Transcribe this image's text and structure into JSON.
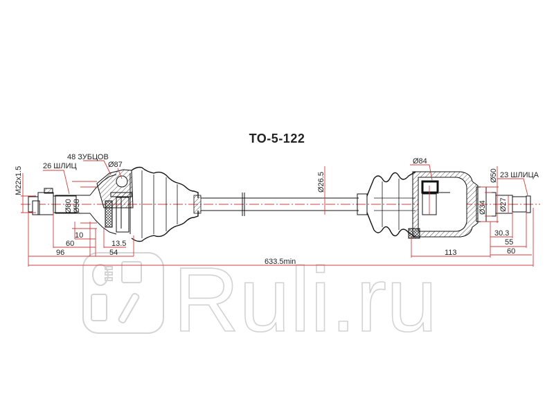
{
  "part_number": "TO-5-122",
  "watermark": {
    "text": "Ruli.ru"
  },
  "colors": {
    "dimension_line": "#d23c3c",
    "outline": "#111111",
    "watermark": "#d4d4d4"
  },
  "labels": {
    "teeth": "48 ЗУБЦОВ",
    "outer_splines": "26 ШЛИЦ",
    "inner_splines": "23 ШЛИЦА",
    "thread": "M22x1.5"
  },
  "dimensions": {
    "outer_joint_diameter": "Ø87",
    "outer_d80": "Ø80",
    "outer_d58": "Ø58",
    "shaft_diameter": "Ø26.5",
    "inner_joint_diameter": "Ø84",
    "inner_d50": "Ø50",
    "inner_d34": "Ø34",
    "inner_d27": "Ø27",
    "left_10": "10",
    "left_60": "60",
    "left_13_5": "13.5",
    "left_96": "96",
    "left_54": "54",
    "right_30_3": "30.3",
    "right_55": "55",
    "right_60": "60",
    "right_113": "113",
    "total_length": "633.5min"
  }
}
